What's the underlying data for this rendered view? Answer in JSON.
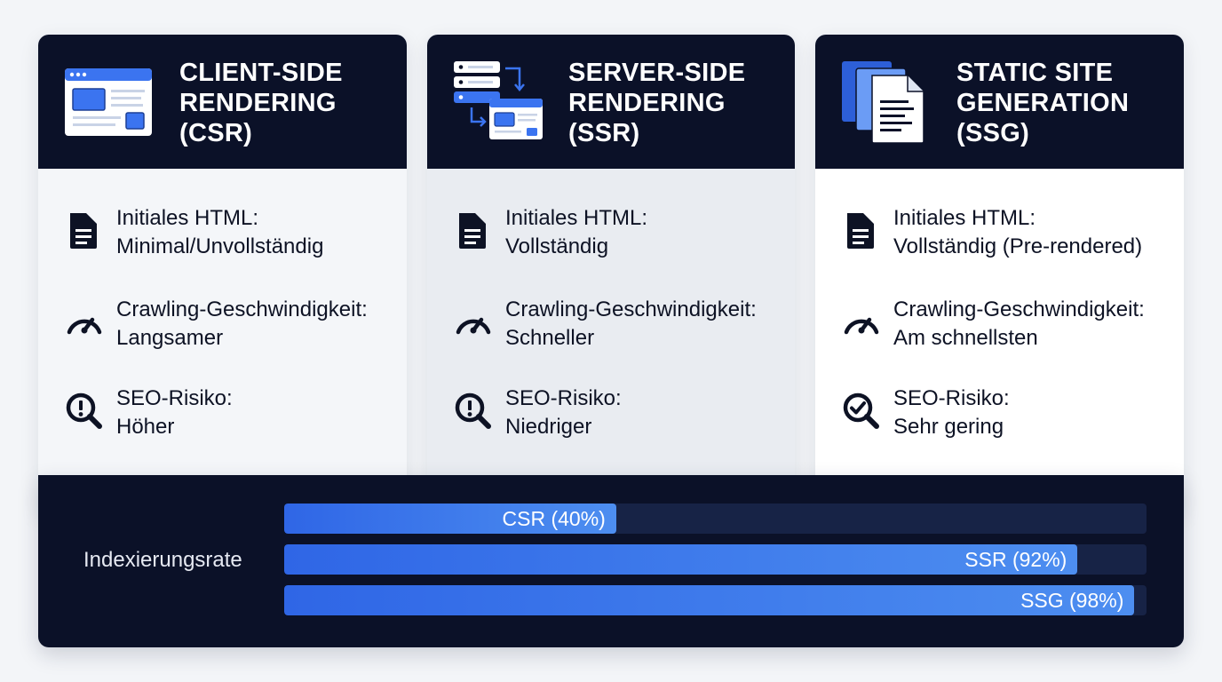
{
  "colors": {
    "header_bg": "#0b1128",
    "accent_blue": "#3b74f0",
    "card_body_csr": "#f4f6f9",
    "card_body_ssr": "#e9ecf1",
    "card_body_ssg": "#ffffff",
    "track": "#172346"
  },
  "cards": [
    {
      "icon": "browser-window-icon",
      "title": [
        "CLIENT-SIDE",
        "RENDERING",
        "(CSR)"
      ],
      "rows": [
        {
          "icon": "document-icon",
          "label": "Initiales HTML:",
          "value": "Minimal/Unvollständig"
        },
        {
          "icon": "speedometer-icon",
          "label": "Crawling-Geschwindigkeit:",
          "value": "Langsamer"
        },
        {
          "icon": "search-warning-icon",
          "label": "SEO-Risiko:",
          "value": "Höher"
        }
      ]
    },
    {
      "icon": "server-to-browser-icon",
      "title": [
        "SERVER-SIDE",
        "RENDERING",
        "(SSR)"
      ],
      "rows": [
        {
          "icon": "document-icon",
          "label": "Initiales HTML:",
          "value": "Vollständig"
        },
        {
          "icon": "speedometer-icon",
          "label": "Crawling-Geschwindigkeit:",
          "value": "Schneller"
        },
        {
          "icon": "search-warning-icon",
          "label": "SEO-Risiko:",
          "value": "Niedriger"
        }
      ]
    },
    {
      "icon": "stacked-documents-icon",
      "title": [
        "STATIC SITE",
        "GENERATION",
        "(SSG)"
      ],
      "rows": [
        {
          "icon": "document-icon",
          "label": "Initiales HTML:",
          "value": "Vollständig (Pre-rendered)"
        },
        {
          "icon": "speedometer-icon",
          "label": "Crawling-Geschwindigkeit:",
          "value": "Am schnellsten"
        },
        {
          "icon": "search-check-icon",
          "label": "SEO-Risiko:",
          "value": "Sehr gering"
        }
      ]
    }
  ],
  "indexing": {
    "label": "Indexierungsrate",
    "bars": [
      {
        "label": "CSR (40%)",
        "percent": 38.5
      },
      {
        "label": "SSR (92%)",
        "percent": 92
      },
      {
        "label": "SSG (98%)",
        "percent": 98.6
      }
    ]
  }
}
